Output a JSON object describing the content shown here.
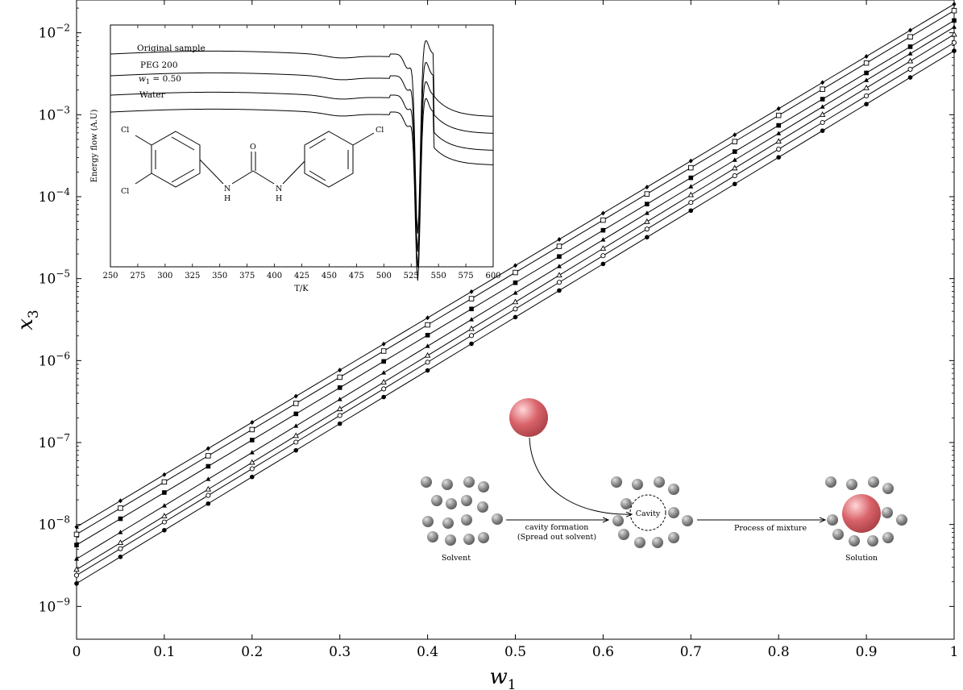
{
  "chart_data": [
    {
      "type": "scatter",
      "xlabel": "w1",
      "ylabel": "x3",
      "xlim": [
        0,
        1
      ],
      "ylim_log10": [
        -9.4,
        -1.6
      ],
      "y_scale": "log",
      "x_ticks": [
        "0",
        "0.1",
        "0.2",
        "0.3",
        "0.4",
        "0.5",
        "0.6",
        "0.7",
        "0.8",
        "0.9",
        "1"
      ],
      "y_ticks": [
        {
          "exp": -9,
          "label": "10",
          "sup": "−9"
        },
        {
          "exp": -8,
          "label": "10",
          "sup": "−8"
        },
        {
          "exp": -7,
          "label": "10",
          "sup": "−7"
        },
        {
          "exp": -6,
          "label": "10",
          "sup": "−6"
        },
        {
          "exp": -5,
          "label": "10",
          "sup": "−5"
        },
        {
          "exp": -4,
          "label": "10",
          "sup": "−4"
        },
        {
          "exp": -3,
          "label": "10",
          "sup": "−3"
        },
        {
          "exp": -2,
          "label": "10",
          "sup": "−2"
        }
      ],
      "x": [
        0,
        0.05,
        0.1,
        0.15,
        0.2,
        0.25,
        0.3,
        0.35,
        0.4,
        0.45,
        0.5,
        0.55,
        0.6,
        0.65,
        0.7,
        0.75,
        0.8,
        0.85,
        0.9,
        0.95,
        1.0
      ],
      "series": [
        {
          "marker": "diamond",
          "log10_start": -8.03,
          "log10_end": -1.65
        },
        {
          "marker": "open-square",
          "log10_start": -8.12,
          "log10_end": -1.73
        },
        {
          "marker": "filled-square",
          "log10_start": -8.25,
          "log10_end": -1.85
        },
        {
          "marker": "filled-triangle",
          "log10_start": -8.42,
          "log10_end": -1.93
        },
        {
          "marker": "open-triangle",
          "log10_start": -8.55,
          "log10_end": -2.02
        },
        {
          "marker": "open-circle",
          "log10_start": -8.62,
          "log10_end": -2.12
        },
        {
          "marker": "filled-circle",
          "log10_start": -8.72,
          "log10_end": -2.22
        }
      ]
    },
    {
      "type": "line",
      "xlabel": "T/K",
      "ylabel": "Energy flow (A.U)",
      "xlim": [
        250,
        600
      ],
      "x_ticks": [
        "250",
        "275",
        "300",
        "325",
        "350",
        "375",
        "400",
        "425",
        "450",
        "475",
        "500",
        "525",
        "550",
        "575",
        "600"
      ],
      "peak_T": 531,
      "series": [
        {
          "name": "Original sample",
          "baseline": 0.88,
          "right": 0.62
        },
        {
          "name": "PEG 200",
          "baseline": 0.79,
          "right": 0.55
        },
        {
          "name": "w1 = 0.50",
          "baseline": 0.71,
          "right": 0.48
        },
        {
          "name": "Water",
          "baseline": 0.64,
          "right": 0.42
        }
      ]
    }
  ],
  "labels": {
    "main_xlabel": "w",
    "main_xlabel_sub": "1",
    "main_ylabel": "x",
    "main_ylabel_sub": "3",
    "legend_original": "Original sample",
    "legend_peg": "PEG 200",
    "legend_w1_var": "w",
    "legend_w1_sub": "1",
    "legend_w1_rest": " = 0.50",
    "legend_water": "Water",
    "inset_xlabel": "T/K",
    "inset_ylabel": "Energy flow (A.U)",
    "mol_cl_top": "Cl",
    "mol_cl_bottom": "Cl",
    "mol_cl_right": "Cl",
    "mol_o": "O",
    "mol_n1": "N",
    "mol_h1": "H",
    "mol_n2": "N",
    "mol_h2": "H",
    "diag_solvent": "Solvent",
    "diag_cavity": "Cavity",
    "diag_cavity_formation_1": "cavity formation",
    "diag_cavity_formation_2": "(Spread out solvent)",
    "diag_process": "Process of mixture",
    "diag_solution": "Solution"
  },
  "colors": {
    "solute": "#d9646a",
    "solvent": "#8c8c8c",
    "line": "#000000"
  }
}
